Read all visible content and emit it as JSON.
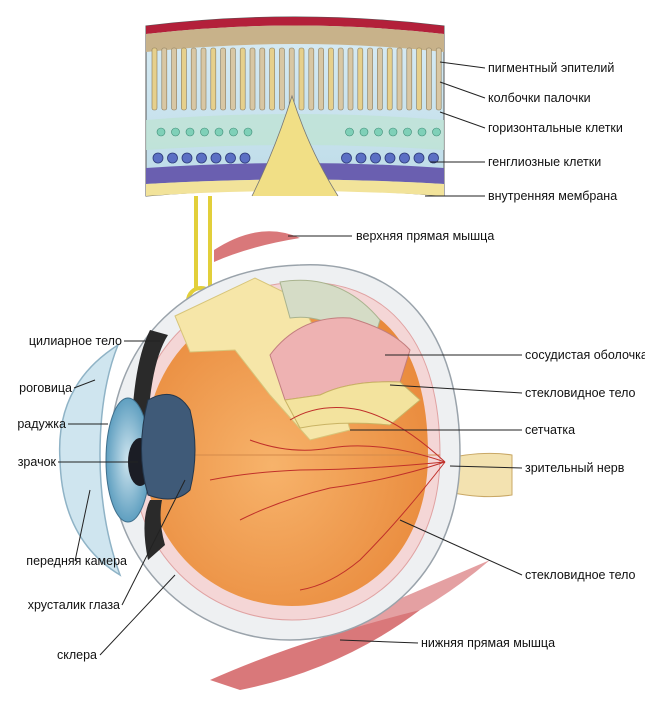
{
  "retina_labels": {
    "pigment_epithelium": "пигментный эпителий",
    "cones_rods": "колбочки палочки",
    "horizontal_cells": "горизонтальные клетки",
    "ganglion_cells": "генглиозные клетки",
    "inner_membrane": "внутренняя мембрана"
  },
  "eye_labels_right": {
    "superior_rectus": "верхняя прямая мышца",
    "choroid": "сосудистая оболочка",
    "vitreous_body_upper": "стекловидное тело",
    "retina": "сетчатка",
    "optic_nerve": "зрительный нерв",
    "vitreous_body_lower": "стекловидное тело",
    "inferior_rectus": "нижняя прямая мышца"
  },
  "eye_labels_left": {
    "ciliary_body": "цилиарное тело",
    "cornea": "роговица",
    "iris": "радужка",
    "pupil": "зрачок",
    "anterior_chamber": "передняя камера",
    "lens": "хрусталик глаза",
    "sclera": "склера"
  },
  "colors": {
    "line": "#222222",
    "sclera": "#eef0f2",
    "vitreous": "#f2a35a",
    "choroid": "#e9a0a0",
    "retina_layer": "#f6e6a8",
    "muscle": "#d9787a",
    "iris": "#7fb7d2",
    "lens": "#3f5a78"
  }
}
